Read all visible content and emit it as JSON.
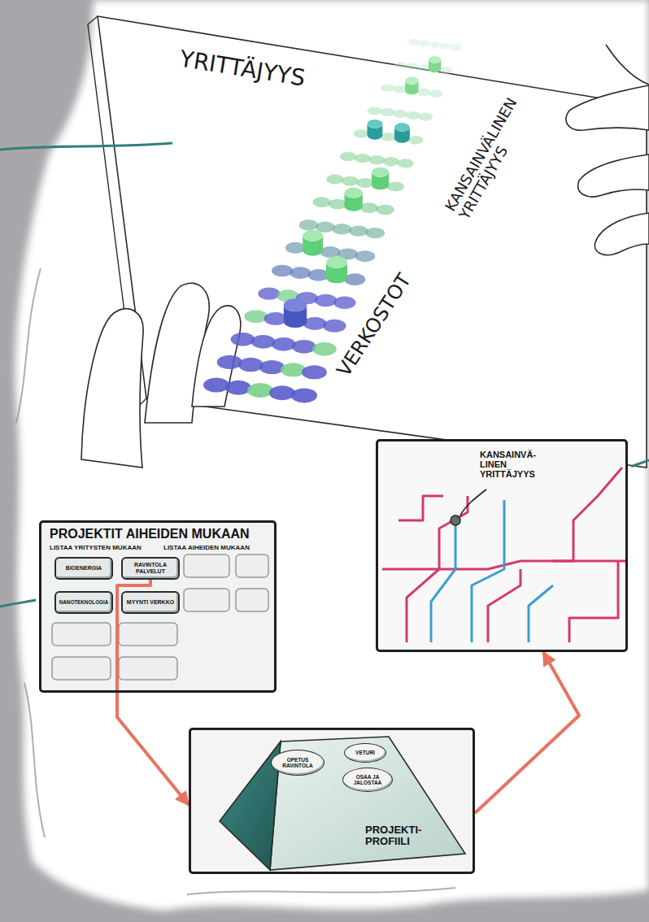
{
  "diagram": {
    "nodes": [
      {
        "text": [
          "PROJEKTIT AIHEIDEN MUKAAN",
          "LISTAA YRITYSTEN MUKAAN",
          "LISTAA AIHEIDEN MUKAAN"
        ]
      },
      {
        "text": [
          "BIOENERGIA"
        ],
        "in": 0
      },
      {
        "text": [
          "RAVINTOLA PALVELUT"
        ],
        "in": 0
      },
      {
        "text": [
          "NANOTEKNOLOGIA"
        ],
        "in": 0
      },
      {
        "text": [
          "MYYNTI VERKKO"
        ],
        "in": 0
      },
      {
        "text": [
          "KANSAINVÄ- LINEN YRITTÄJYYS"
        ]
      },
      {
        "text": [
          "PROJEKTI- PROFIILI"
        ]
      },
      {
        "text": [
          "OPETUS RAVINTOLA"
        ],
        "in": 6
      },
      {
        "text": [
          "VETURI"
        ],
        "in": 6
      },
      {
        "text": [
          "OSAA JA JALOSTAA"
        ],
        "in": 6
      }
    ],
    "edges": [
      {
        "from": 2,
        "to": 6,
        "arrow": "to"
      },
      {
        "from": 6,
        "to": 5,
        "arrow": "to"
      }
    ],
    "labels": [
      "YRITTÄJYYS",
      "KANSAINVÄLINEN YRITTÄJYYS",
      "VERKOSTOT"
    ]
  }
}
